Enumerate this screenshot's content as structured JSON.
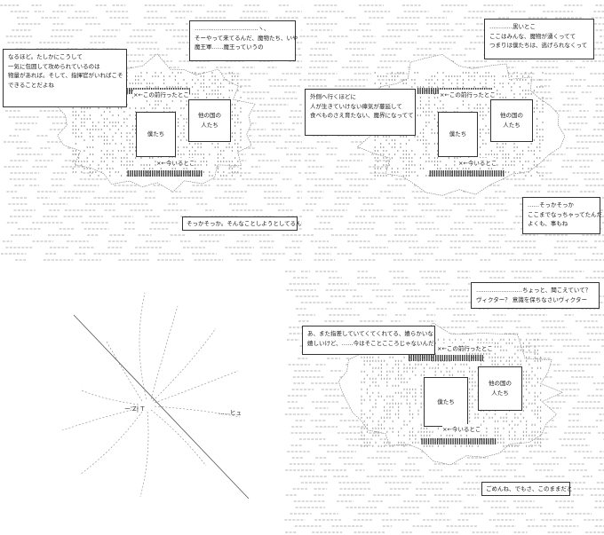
{
  "panels": [
    {
      "id": "p1",
      "bubbles": [
        "……………………………ヽ、\nそーやって来てるんだ、魔物たち、いや\n魔王軍……魔王っていうの",
        "なるほど。たしかにこうして\n一気に包囲して攻められているのは\n物量があれば。そして、指揮官がいればこそ\nできることだよね",
        "そっかそっか。そんなことしようとしてるんだ"
      ],
      "front_label": "×←この前行ったとこ",
      "box_us": "僕たち",
      "box_other": "他の国の\n人たち",
      "here_label": "×←今いるとこ"
    },
    {
      "id": "p2",
      "bubbles": [
        "…………黒いとこ\nここはみんな、魔物が湧くってて\nつまりは僕たちは、逃げられなくって",
        "外側へ行くほどに\n人が生きていけない瘴気が蔓延して\n食べものさえ育たない、魔界になってて",
        "……そっかそっか\nここまでなっちゃってたんだ\nよくも、事もね"
      ],
      "front_label": "×←この前行ったとこ",
      "box_us": "僕たち",
      "box_other": "他の国の\n人たち",
      "here_label": "×←今いるとこ"
    },
    {
      "id": "p3",
      "sfx": "……ヒュ"
    },
    {
      "id": "p4",
      "bubbles": [
        "……………………ちょっと、聞こえていて？\nヴィクター？ 意識を保ちなさいヴィクター",
        "あ、また指差していてくてくれてる、嬉らかいな\n嬉しいけど、……今はそことこころじゃないんだ",
        "ごめんね、でもさ、このままだと"
      ],
      "front_label": "×←この前行ったとこ",
      "box_us": "僕たち",
      "box_other": "他の国の\n人たち",
      "here_label": "×←今いるとこ"
    }
  ]
}
